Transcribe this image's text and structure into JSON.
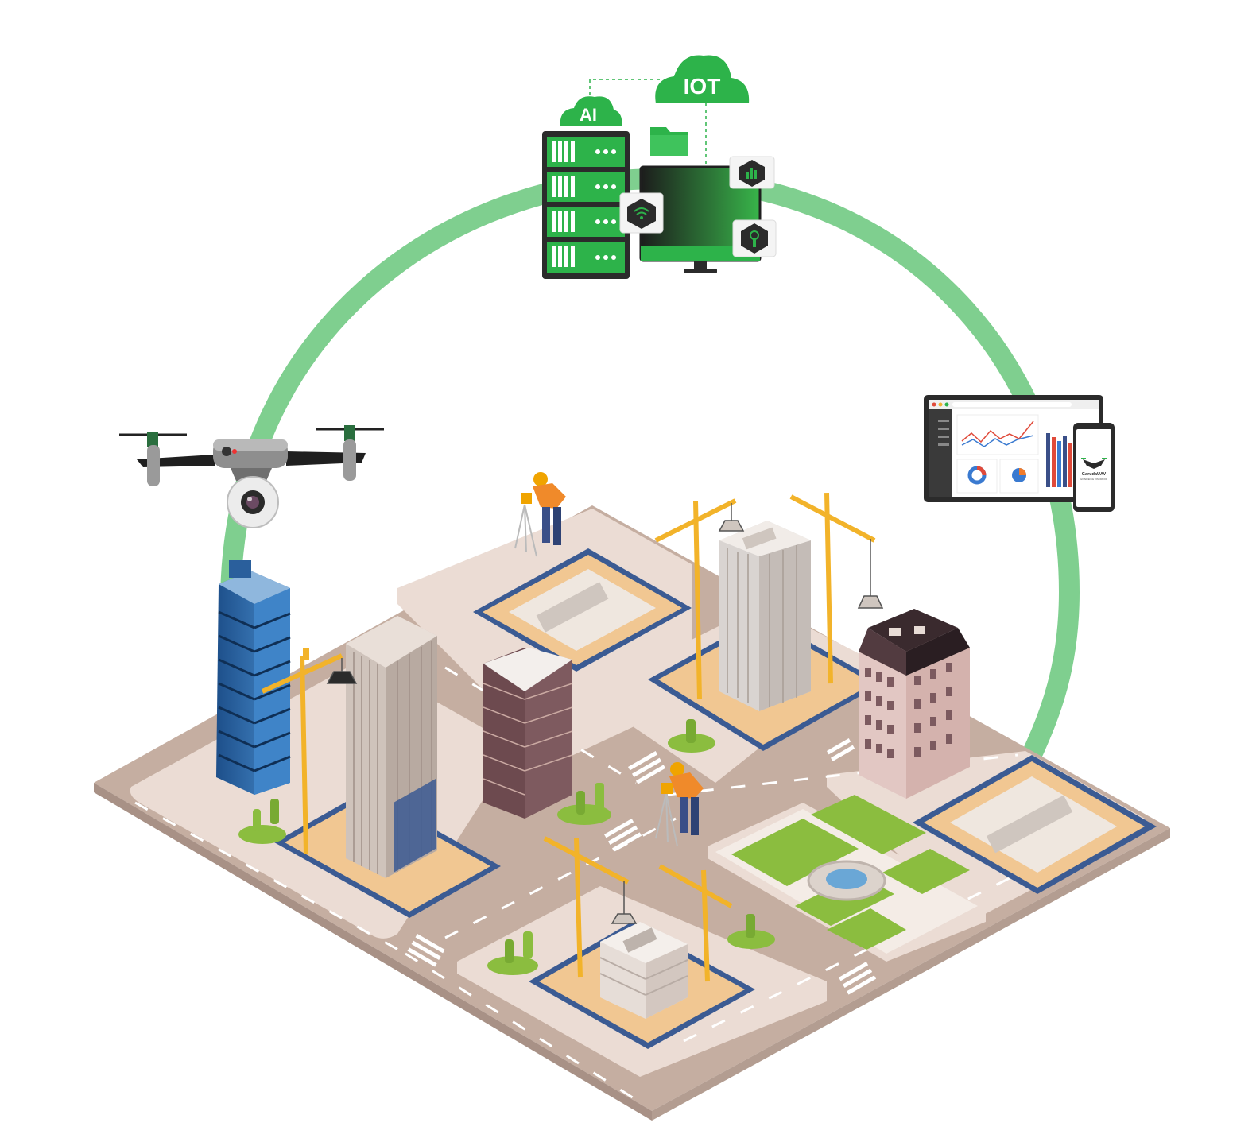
{
  "clouds": {
    "ai_label": "AI",
    "iot_label": "IOT"
  },
  "phone": {
    "brand_label": "GarudaUAV",
    "brand_tagline": "EXPERIENCE TOMORROW"
  },
  "colors": {
    "arc_green": "#7fcf8f",
    "brand_green": "#2db34a",
    "dark": "#2b2b2b",
    "road": "#c5aea1",
    "block": "#ebdcd4",
    "crane": "#f2b32a",
    "foundation_border": "#3b5b93",
    "grass": "#8bbd3f"
  },
  "icons": [
    "server-rack-icon",
    "folder-icon",
    "monitor-icon",
    "wifi-icon",
    "chart-icon",
    "key-icon",
    "drone-icon",
    "camera-icon",
    "tablet-dashboard-icon",
    "smartphone-icon"
  ]
}
